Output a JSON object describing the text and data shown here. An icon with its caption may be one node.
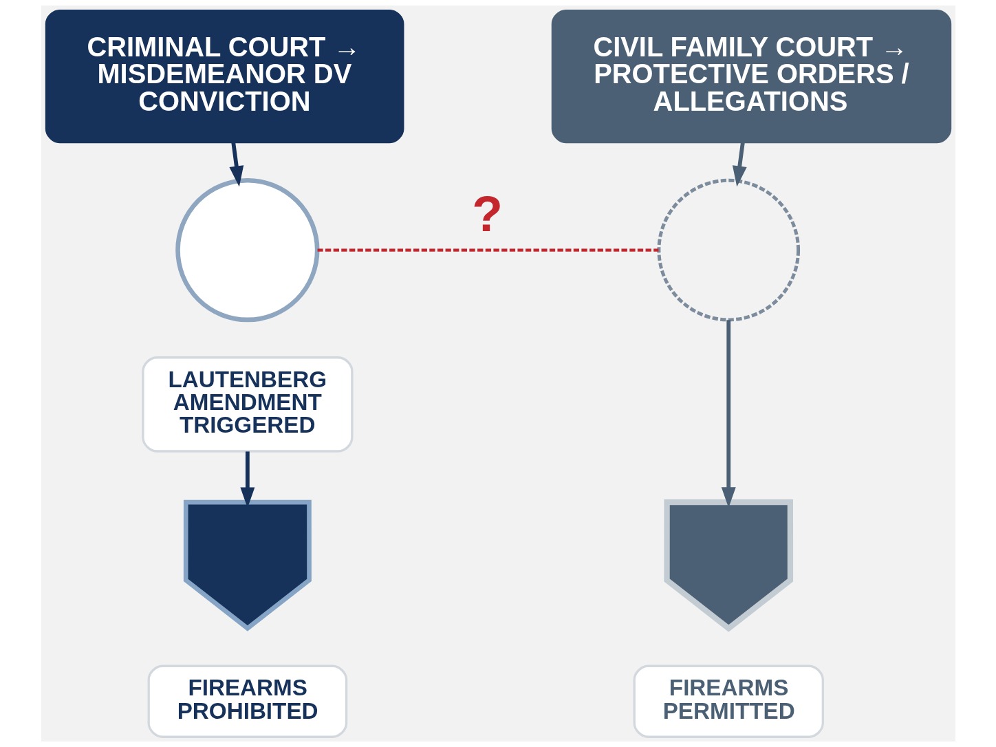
{
  "diagram": {
    "nodes": [
      {
        "text": [
          "CRIMINAL COURT → MISDEMEANOR DV CONVICTION"
        ]
      },
      {
        "text": [
          "CIVIL FAMILY COURT → PROTECTIVE ORDERS / ALLEGATIONS"
        ]
      },
      {
        "text": [],
        "shape": "circle"
      },
      {
        "text": [],
        "shape": "circle"
      },
      {
        "text": [
          "LAUTENBERG AMENDMENT TRIGGERED"
        ]
      },
      {
        "text": [],
        "shape": "shield"
      },
      {
        "text": [],
        "shape": "shield"
      },
      {
        "text": [
          "FIREARMS PROHIBITED"
        ]
      },
      {
        "text": [
          "FIREARMS PERMITTED"
        ]
      }
    ],
    "edges": [
      {
        "from": 0,
        "to": 2,
        "arrow": "to"
      },
      {
        "from": 1,
        "to": 3,
        "arrow": "to",
        "color": "#4b6075"
      },
      {
        "from": 2,
        "to": 3,
        "arrow": "none",
        "label": "?",
        "style": "dashed",
        "color": "#c4262e"
      },
      {
        "from": 4,
        "to": 5,
        "arrow": "to"
      },
      {
        "from": 3,
        "to": 6,
        "arrow": "to",
        "color": "#4b6075"
      }
    ]
  }
}
